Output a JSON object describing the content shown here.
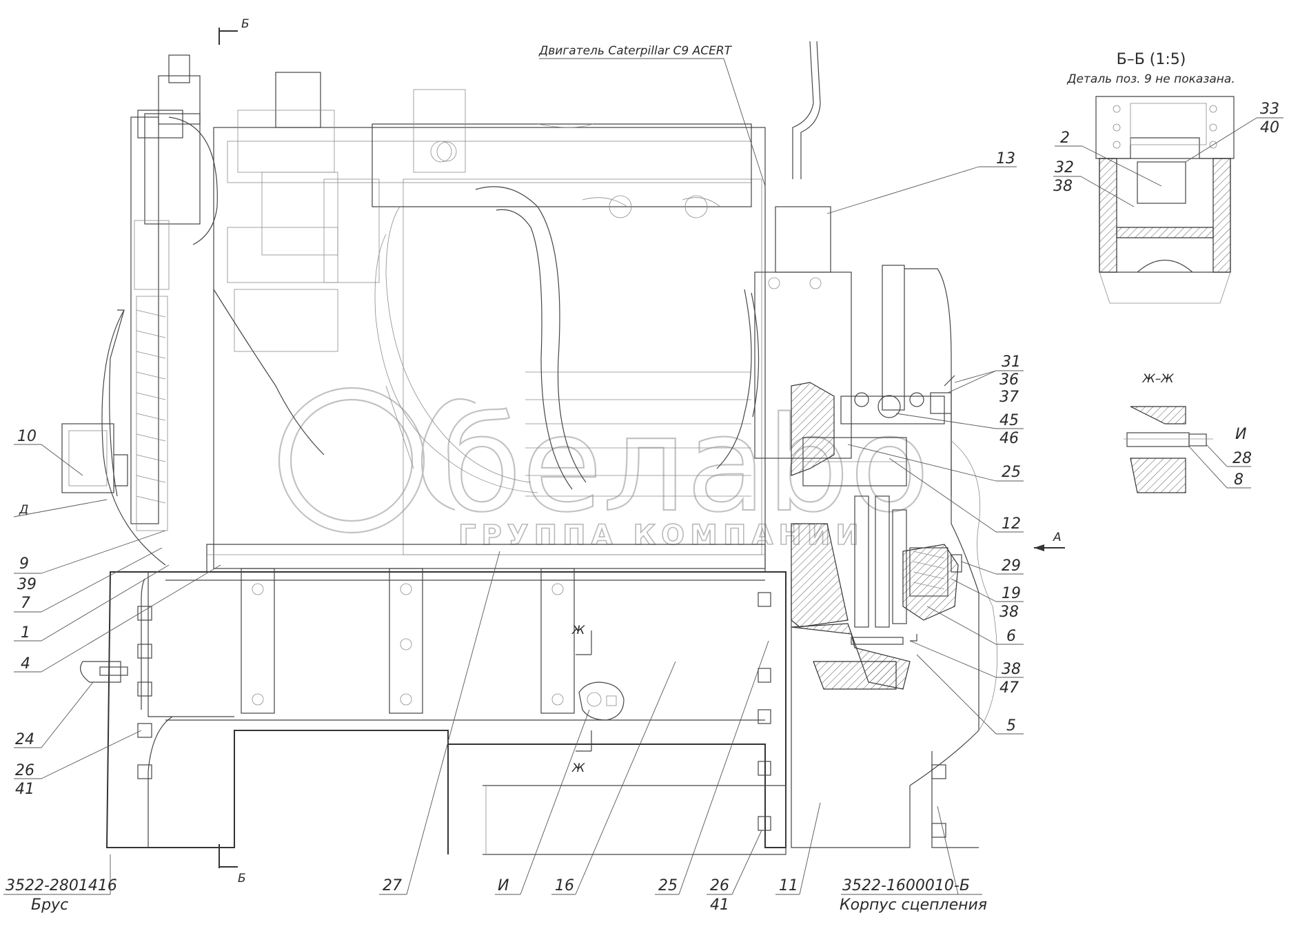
{
  "drawing": {
    "engine_label": "Двигатель Caterpillar C9 ACERT",
    "section_bb": {
      "title": "Б–Б (1:5)",
      "note": "Деталь поз. 9 не показана."
    },
    "section_zh": {
      "title": "Ж–Ж"
    },
    "cut_marks": {
      "b_top": "Б",
      "b_bottom": "Б",
      "zh_top": "Ж",
      "zh_bottom": "Ж",
      "d": "Д",
      "a": "А",
      "i": "И"
    },
    "parts": {
      "beam": {
        "code": "3522-2801416",
        "name": "Брус"
      },
      "clutch_housing": {
        "code": "3522-1600010-Б",
        "name": "Корпус сцепления"
      }
    },
    "callouts": {
      "c13": "13",
      "c10": "10",
      "c9": "9",
      "c39": "39",
      "c7": "7",
      "c1": "1",
      "c4": "4",
      "c24": "24",
      "c26a": "26",
      "c41a": "41",
      "c27": "27",
      "cI": "И",
      "c16": "16",
      "c25b": "25",
      "c26b": "26",
      "c41b": "41",
      "c11": "11",
      "c31": "31",
      "c36": "36",
      "c37": "37",
      "c45": "45",
      "c46": "46",
      "c25a": "25",
      "c12": "12",
      "c29": "29",
      "c19": "19",
      "c38a": "38",
      "c6": "6",
      "c38b": "38",
      "c47": "47",
      "c5": "5",
      "c2": "2",
      "c32": "32",
      "c38c": "38",
      "c33": "33",
      "c40": "40",
      "c28": "28",
      "c8": "8",
      "cI2": "И"
    },
    "watermark": {
      "logo": "белаbo",
      "text": "ГРУППА КОМПАНИИ"
    }
  }
}
